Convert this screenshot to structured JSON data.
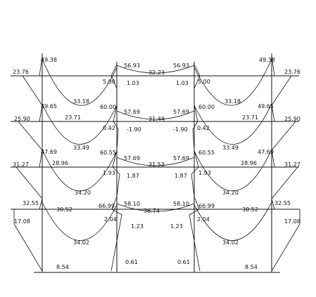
{
  "diagram": {
    "type": "frame-bending-moment-diagram",
    "stroke_color": "#111111",
    "background_color": "#ffffff",
    "labels": [
      {
        "id": "a1",
        "text": "49.38"
      },
      {
        "id": "a2",
        "text": "56.93"
      },
      {
        "id": "a3",
        "text": "56.93"
      },
      {
        "id": "a4",
        "text": "49.38"
      },
      {
        "id": "a5",
        "text": "23.76"
      },
      {
        "id": "a6",
        "text": "5.00"
      },
      {
        "id": "a7",
        "text": "32.23"
      },
      {
        "id": "a8",
        "text": "5.00"
      },
      {
        "id": "a9",
        "text": "23.76"
      },
      {
        "id": "a10",
        "text": "1.03"
      },
      {
        "id": "a11",
        "text": "1.03"
      },
      {
        "id": "a12",
        "text": "33.18"
      },
      {
        "id": "a13",
        "text": "33.18"
      },
      {
        "id": "b1",
        "text": "49.65"
      },
      {
        "id": "b2",
        "text": "60.00"
      },
      {
        "id": "b3",
        "text": "57.69"
      },
      {
        "id": "b4",
        "text": "57.69"
      },
      {
        "id": "b5",
        "text": "60.00"
      },
      {
        "id": "b6",
        "text": "49.65"
      },
      {
        "id": "b7",
        "text": "23.71"
      },
      {
        "id": "b8",
        "text": "31.44"
      },
      {
        "id": "b9",
        "text": "23.71"
      },
      {
        "id": "b10",
        "text": "25.90"
      },
      {
        "id": "b11",
        "text": "0.42"
      },
      {
        "id": "b12",
        "text": "-1.90"
      },
      {
        "id": "b13",
        "text": "-1.90"
      },
      {
        "id": "b14",
        "text": "0.42"
      },
      {
        "id": "b15",
        "text": "25.90"
      },
      {
        "id": "b16",
        "text": "33.49"
      },
      {
        "id": "b17",
        "text": "33.49"
      },
      {
        "id": "c1",
        "text": "47.69"
      },
      {
        "id": "c2",
        "text": "60.55"
      },
      {
        "id": "c3",
        "text": "57.69"
      },
      {
        "id": "c4",
        "text": "57.69"
      },
      {
        "id": "c5",
        "text": "60.55"
      },
      {
        "id": "c6",
        "text": "47.69"
      },
      {
        "id": "c7",
        "text": "28.96"
      },
      {
        "id": "c8",
        "text": "31.53"
      },
      {
        "id": "c9",
        "text": "28.96"
      },
      {
        "id": "c10",
        "text": "31.27"
      },
      {
        "id": "c11",
        "text": "1.93"
      },
      {
        "id": "c12",
        "text": "1.87"
      },
      {
        "id": "c13",
        "text": "1.87"
      },
      {
        "id": "c14",
        "text": "1.93"
      },
      {
        "id": "c15",
        "text": "31.27"
      },
      {
        "id": "c16",
        "text": "34.20"
      },
      {
        "id": "c17",
        "text": "34.20"
      },
      {
        "id": "d1",
        "text": "32.55"
      },
      {
        "id": "d2",
        "text": "66.99"
      },
      {
        "id": "d3",
        "text": "58.10"
      },
      {
        "id": "d4",
        "text": "58.10"
      },
      {
        "id": "d5",
        "text": "66.99"
      },
      {
        "id": "d6",
        "text": "32.55"
      },
      {
        "id": "d7",
        "text": "30.52"
      },
      {
        "id": "d8",
        "text": "36.74"
      },
      {
        "id": "d9",
        "text": "30.52"
      },
      {
        "id": "d10",
        "text": "17.08"
      },
      {
        "id": "d11",
        "text": "2.04"
      },
      {
        "id": "d12",
        "text": "2.04"
      },
      {
        "id": "d13",
        "text": "17.08"
      },
      {
        "id": "d14",
        "text": "1.23"
      },
      {
        "id": "d15",
        "text": "1.23"
      },
      {
        "id": "d16",
        "text": "34.02"
      },
      {
        "id": "d17",
        "text": "34.02"
      },
      {
        "id": "e1",
        "text": "0.61"
      },
      {
        "id": "e2",
        "text": "0.61"
      },
      {
        "id": "e3",
        "text": "8.54"
      },
      {
        "id": "e4",
        "text": "8.54"
      }
    ]
  }
}
